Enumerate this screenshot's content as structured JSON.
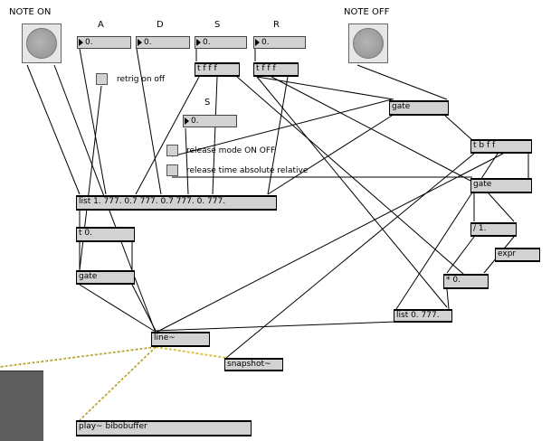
{
  "labels": {
    "note_on": "NOTE ON",
    "note_off": "NOTE OFF",
    "a": "A",
    "d": "D",
    "s": "S",
    "r": "R",
    "s_small": "S",
    "retrig": "retrig on off",
    "release_mode": "release mode ON OFF",
    "release_time": "release time absolute relative"
  },
  "number_boxes": {
    "a": "0.",
    "d": "0.",
    "s": "0.",
    "r": "0.",
    "s_small": "0."
  },
  "objects": {
    "tfff_s": "t f f f",
    "tfff_r": "t f f f",
    "gate_top": "gate",
    "tbff": "t b f f",
    "gate_right": "gate",
    "list_main": "list 1. 777. 0.7 777. 0.7 777. 0. 777.",
    "t_zero": "t 0.",
    "gate_left": "gate",
    "div_one": "/ 1.",
    "expr": "expr",
    "mul_zero": "* 0.",
    "list_zero": "list 0. 777.",
    "line": "line~",
    "snapshot": "snapshot~",
    "play": "play~ bibobuffer"
  },
  "colors": {
    "patch_cord": "#000000",
    "signal_cord": "#d8c24a",
    "object_fill": "#d2d2d2",
    "background": "#ffffff",
    "panel_dark": "#5e5e5e"
  }
}
